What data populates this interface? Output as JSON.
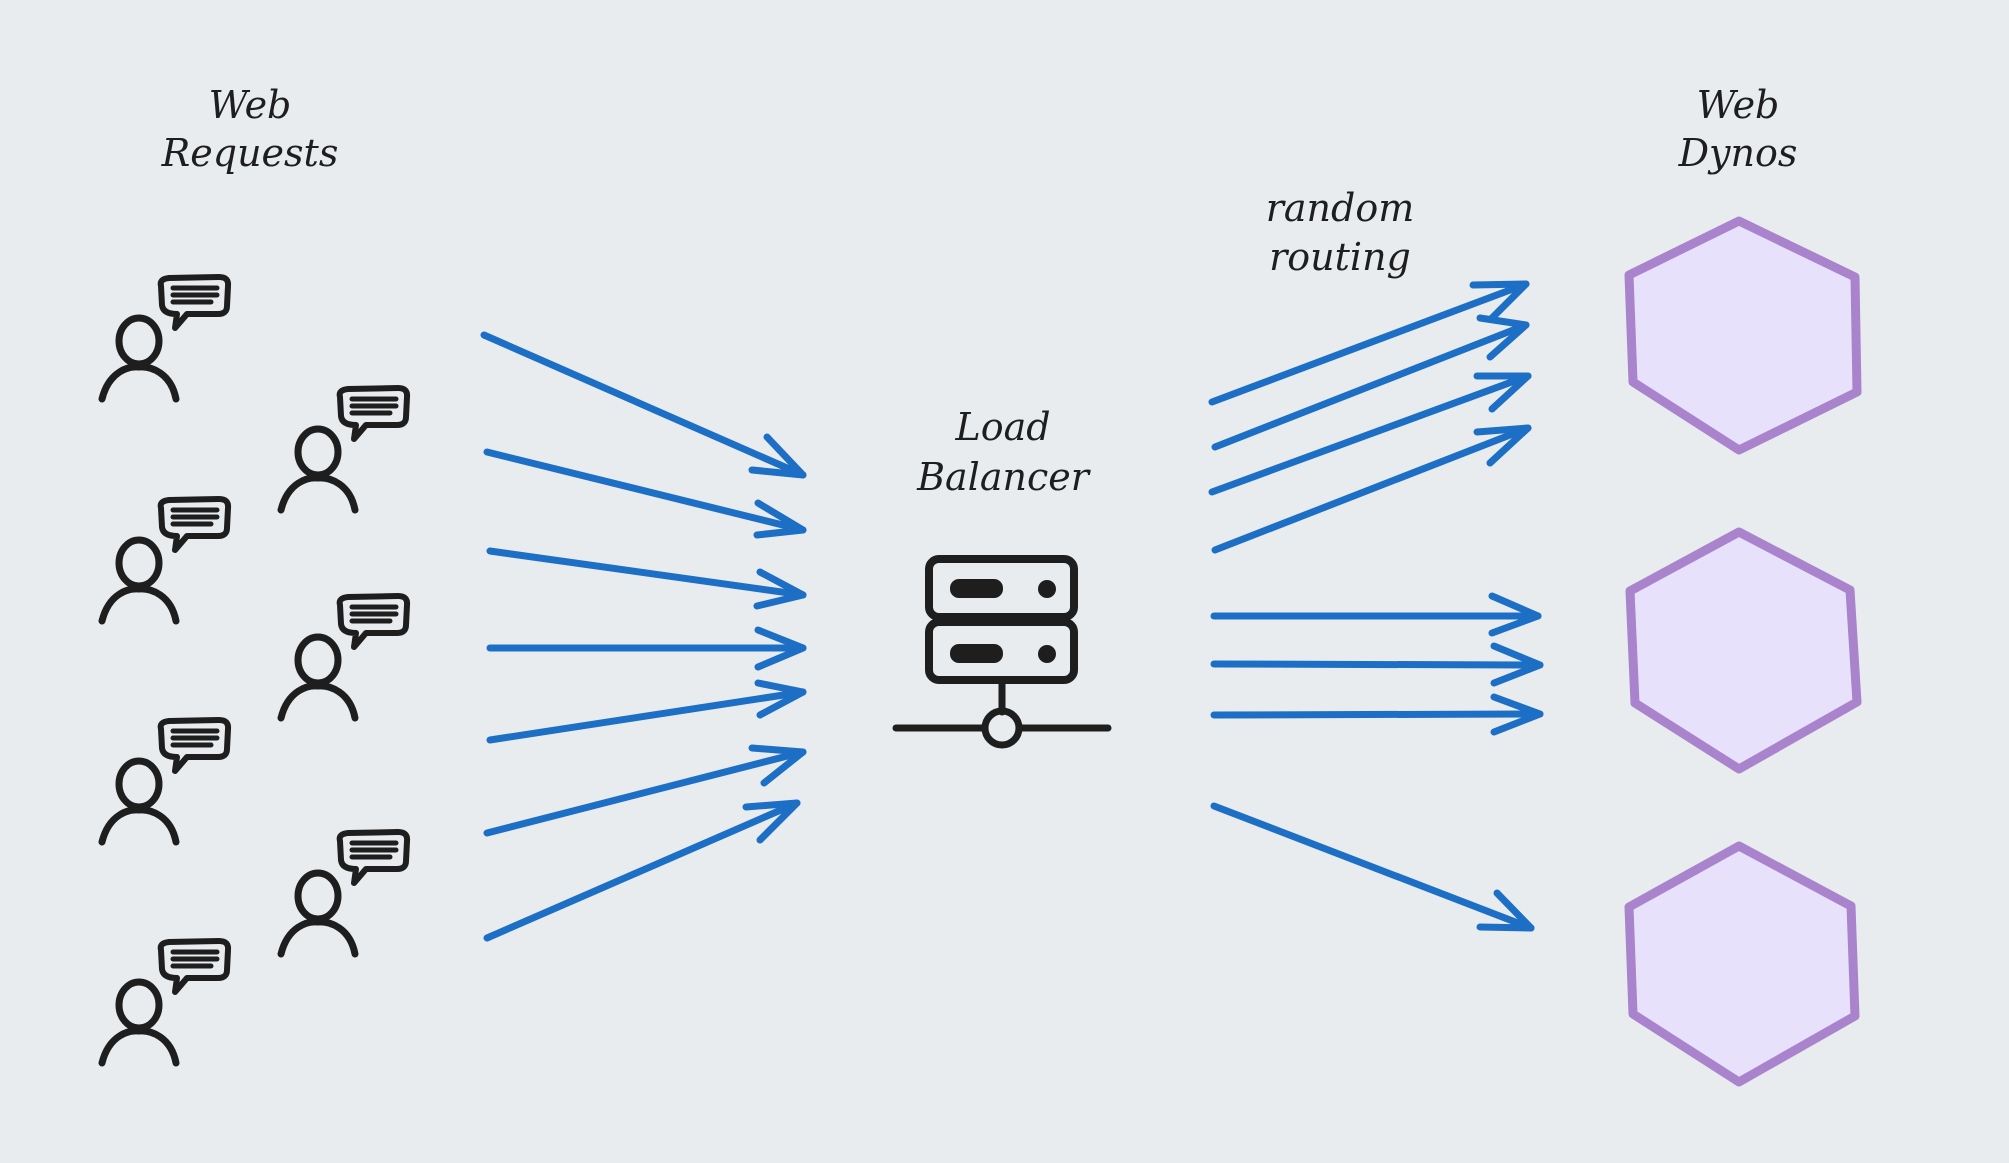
{
  "labels": {
    "web_requests_line1": "Web",
    "web_requests_line2": "Requests",
    "load_balancer_line1": "Load",
    "load_balancer_line2": "Balancer",
    "routing_line1": "random",
    "routing_line2": "routing",
    "web_dynos_line1": "Web",
    "web_dynos_line2": "Dynos"
  },
  "counts": {
    "users": 7,
    "incoming_requests": 7,
    "dynos": 3,
    "routes_to_dyno_1": 4,
    "routes_to_dyno_2": 3,
    "routes_to_dyno_3": 1
  },
  "colors": {
    "background": "#e8ecef",
    "arrow": "#1c6fc4",
    "ink": "#1e1e1e",
    "dyno_fill": "#e8e1fb",
    "dyno_stroke": "#a983cc"
  },
  "icons": {
    "user": "user-with-speech-bubble-icon",
    "server": "server-rack-icon",
    "dyno": "hexagon-icon"
  }
}
